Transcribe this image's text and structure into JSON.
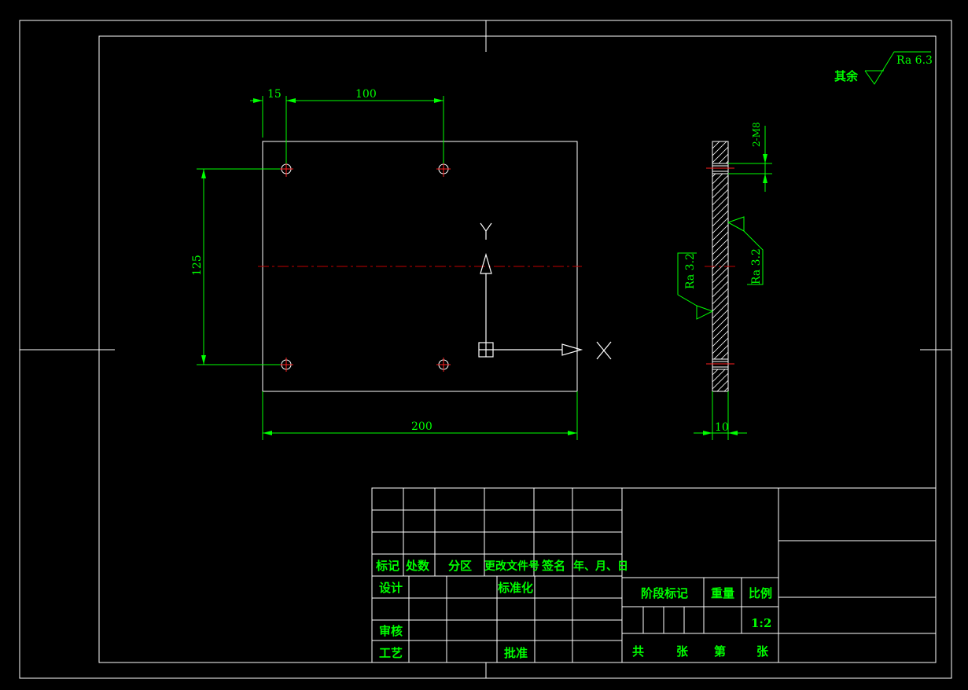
{
  "surface_finish": {
    "rest_label": "其余",
    "rest_value": "Ra 6.3",
    "side_left": "Ra 3.2",
    "side_right": "Ra 3.2"
  },
  "dimensions": {
    "edge_to_hole": "15",
    "hole_spacing_x": "100",
    "hole_spacing_y": "125",
    "plate_width": "200",
    "plate_thickness": "10",
    "thread_callout": "2-M8"
  },
  "axes": {
    "x_label": "X",
    "y_label": "Y"
  },
  "title_block": {
    "rev_headers": [
      "标记",
      "处数",
      "分区",
      "更改文件号",
      "签名",
      "年、月、日"
    ],
    "design": "设计",
    "standardize": "标准化",
    "review": "审核",
    "process": "工艺",
    "approve": "批准",
    "stage_mark": "阶段标记",
    "weight": "重量",
    "scale_label": "比例",
    "scale_value": "1:2",
    "total": "共",
    "sheets1": "张",
    "number": "第",
    "sheets2": "张"
  },
  "colors": {
    "outline": "#ffffff",
    "annotation": "#00ff00",
    "centerline": "#c00000"
  }
}
